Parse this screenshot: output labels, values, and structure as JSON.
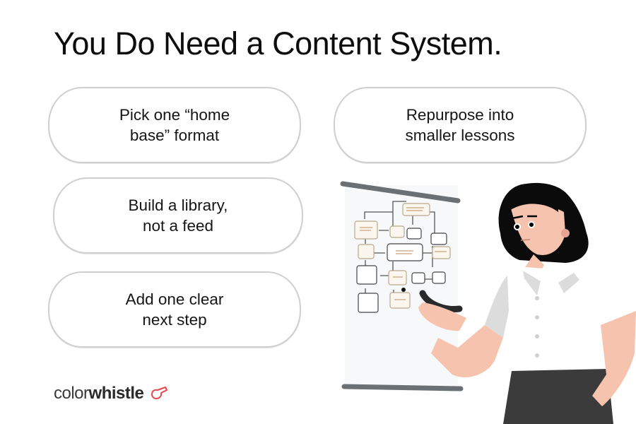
{
  "slide": {
    "title": "You Do Need a Content System.",
    "cards": [
      {
        "label": "Pick one “home\nbase” format"
      },
      {
        "label": "Repurpose into\nsmaller lessons"
      },
      {
        "label": "Build a library,\nnot a feed"
      },
      {
        "label": "Add one clear\nnext step"
      }
    ]
  },
  "brand": {
    "name_light": "color",
    "name_bold": "whistle",
    "icon": "whistle-icon",
    "accent": "#e5484d"
  },
  "illustration": {
    "subject": "woman-presenting-flowchart"
  }
}
